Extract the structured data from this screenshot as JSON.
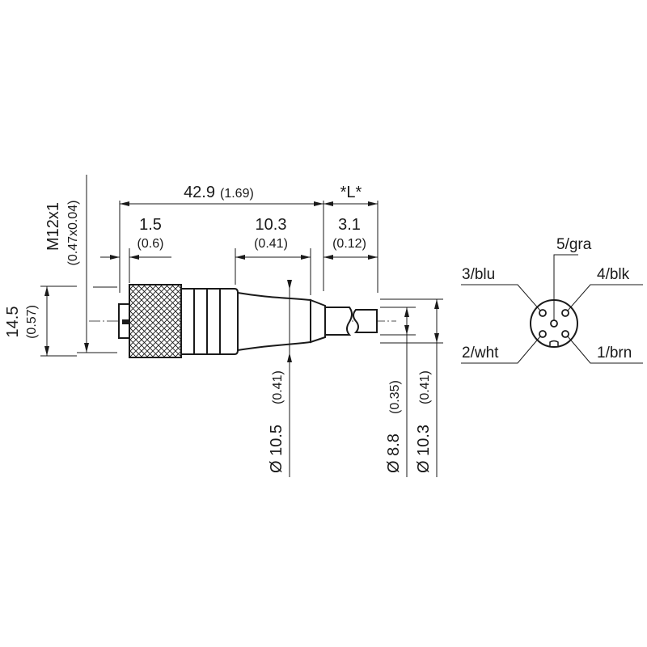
{
  "dimensions": {
    "overall_length": {
      "value": "42.9",
      "inch": "(1.69)"
    },
    "cable_length_label": "*L*",
    "nut_offset": {
      "value": "1.5",
      "inch": "(0.6)"
    },
    "body_segment": {
      "value": "10.3",
      "inch": "(0.41)"
    },
    "cable_segment": {
      "value": "3.1",
      "inch": "(0.12)"
    },
    "thread": {
      "value": "M12x1",
      "inch": "(0.47x0.04)"
    },
    "height": {
      "value": "14.5",
      "inch": "(0.57)"
    },
    "body_diameter": {
      "value": "Ø 10.5",
      "inch": "(0.41)"
    },
    "cable_diameter_inner": {
      "value": "Ø 8.8",
      "inch": "(0.35)"
    },
    "cable_diameter_outer": {
      "value": "Ø 10.3",
      "inch": "(0.41)"
    }
  },
  "pinout": {
    "pins": [
      {
        "label": "5/gra"
      },
      {
        "label": "3/blu"
      },
      {
        "label": "4/blk"
      },
      {
        "label": "2/wht"
      },
      {
        "label": "1/brn"
      }
    ]
  }
}
